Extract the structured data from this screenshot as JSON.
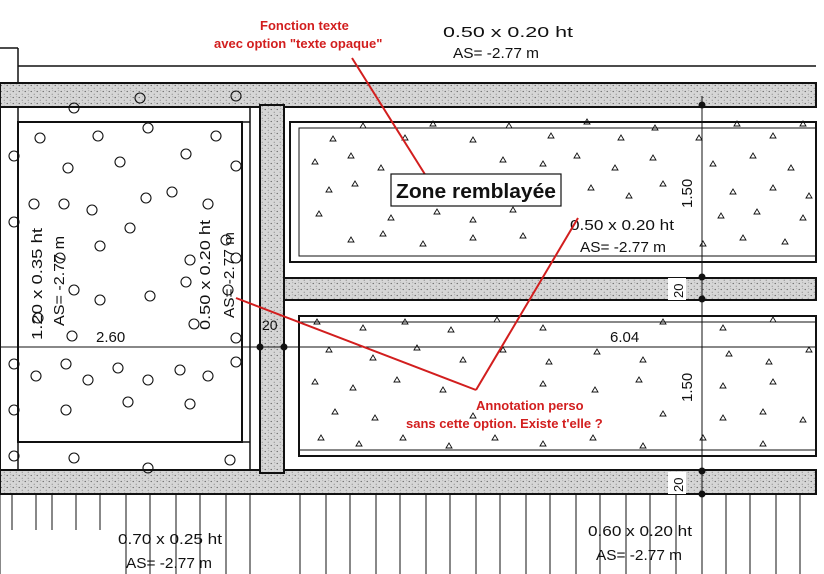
{
  "callouts": {
    "top_line1": "Fonction texte",
    "top_line2": "avec option \"texte opaque\"",
    "bottom_line1": "Annotation perso",
    "bottom_line2": "sans cette option. Existe t'elle ?"
  },
  "zone_label": "Zone remblayée",
  "annotations": {
    "top_size": "0.50 x 0.20 ht",
    "top_as": "AS= -2.77 m",
    "mid_size": "0.50 x 0.20 ht",
    "mid_as": "AS= -2.77 m",
    "left_size": "1.20 x 0.35 ht",
    "left_as": "AS= -2.77 m",
    "wall_size": "0.50 x 0.20 ht",
    "wall_as": "AS= -2.77 m",
    "bottom_left_size": "0.70 x 0.25 ht",
    "bottom_left_as": "AS= -2.77 m",
    "bottom_right_size": "0.60 x 0.20 ht",
    "bottom_right_as": "AS= -2.77 m"
  },
  "dimensions": {
    "width_left": "2.60",
    "width_right": "6.04",
    "height_upper": "1.50",
    "height_lower": "1.50",
    "gap_vertical": "20",
    "gap_upper": "20",
    "gap_lower": "20"
  },
  "colors": {
    "callout": "#d21e1e",
    "lines": "#111111",
    "concrete": "#d9d9d9"
  }
}
